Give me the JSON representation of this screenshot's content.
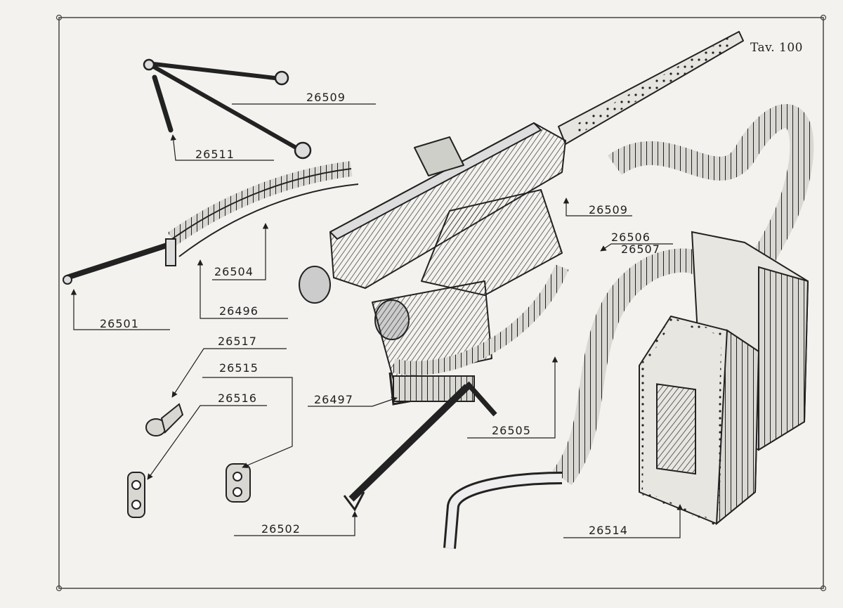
{
  "plate_title": "Tav. 100",
  "part_numbers": {
    "p26509_a": "26509",
    "p26511": "26511",
    "p26509_b": "26509",
    "p26506": "26506",
    "p26507": "26507",
    "p26504": "26504",
    "p26496": "26496",
    "p26501": "26501",
    "p26517": "26517",
    "p26515": "26515",
    "p26516": "26516",
    "p26497": "26497",
    "p26505": "26505",
    "p26502": "26502",
    "p26514": "26514"
  },
  "colors": {
    "paper": "#f3f2ee",
    "ink": "#1f1f1f",
    "frame": "#444444"
  }
}
